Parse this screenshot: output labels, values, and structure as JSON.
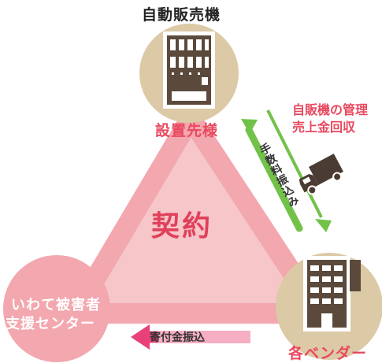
{
  "nodes": {
    "machine_title": "自動販売機",
    "installer": "設置先様",
    "contract": "契約",
    "support_line1": "いわて被害者",
    "support_line2": "支援センター",
    "vendors": "各ベンダー"
  },
  "flows": {
    "vendor_management_line1": "自販機の管理",
    "vendor_management_line2": "売上金回収",
    "commission_transfer": "手数料振込み",
    "donation_transfer": "寄付金振込"
  },
  "colors": {
    "triangle_fill": "#f6c6c9",
    "triangle_edge": "#f3a7ae",
    "node_circle_tan": "#dcc9a6",
    "node_circle_pink": "#f3a7ae",
    "accent_red": "#e8495f",
    "arrow_green": "#72c24a",
    "arrow_pink": "#e8407a"
  }
}
